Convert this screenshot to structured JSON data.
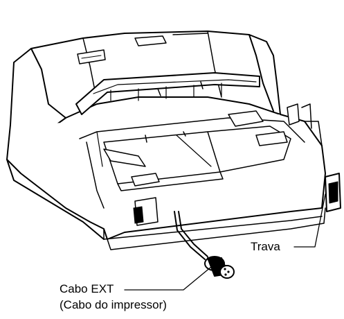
{
  "labels": {
    "trava": "Trava",
    "cable_line1": "Cabo EXT",
    "cable_line2": "(Cabo do impressor)"
  }
}
